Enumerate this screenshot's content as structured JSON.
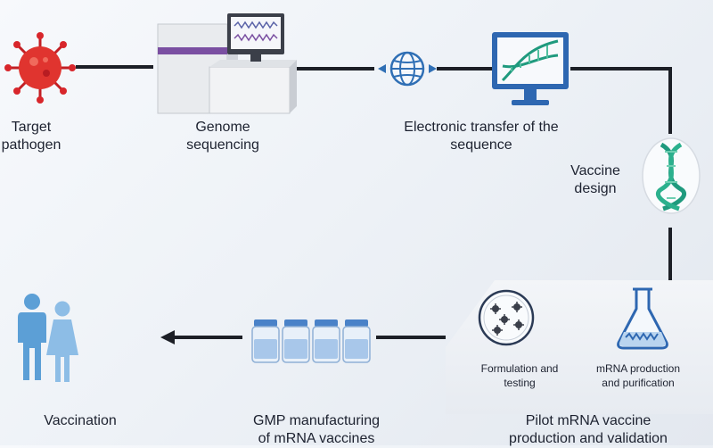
{
  "steps": {
    "target": {
      "line1": "Target",
      "line2": "pathogen"
    },
    "genome": {
      "line1": "Genome",
      "line2": "sequencing"
    },
    "transfer": {
      "line1": "Electronic transfer of the",
      "line2": "sequence"
    },
    "design": {
      "line1": "Vaccine",
      "line2": "design"
    },
    "formulation": {
      "line1": "Formulation and",
      "line2": "testing"
    },
    "mrna": {
      "line1": "mRNA production",
      "line2": "and purification"
    },
    "pilot": {
      "line1": "Pilot mRNA vaccine",
      "line2": "production and validation"
    },
    "gmp": {
      "line1": "GMP manufacturing",
      "line2": "of mRNA vaccines"
    },
    "vaccination": {
      "line1": "Vaccination"
    }
  },
  "icons": [
    "virus-icon",
    "sequencer-icon",
    "globe-transfer-icon",
    "monitor-dna-icon",
    "dna-icon",
    "petri-dish-icon",
    "flask-icon",
    "vials-icon",
    "people-icon",
    "arrow-left-icon"
  ],
  "colors": {
    "virus": "#d8262b",
    "dna_green": "#1f9a7e",
    "accent_blue": "#2f6fb5",
    "connector": "#1c1f26",
    "vial_blue": "#4a82c8"
  }
}
